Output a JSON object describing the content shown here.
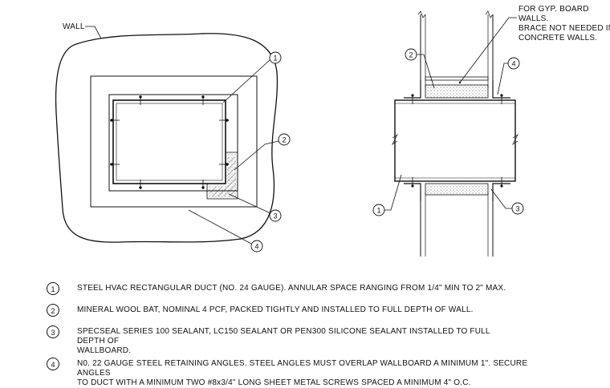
{
  "left_detail": {
    "wall_label": "WALL",
    "callouts": [
      "1",
      "2",
      "3",
      "4"
    ]
  },
  "right_detail": {
    "note_lines": [
      "FOR GYP. BOARD",
      "WALLS.",
      "BRACE NOT NEEDED IN",
      "CONCRETE WALLS."
    ],
    "callouts": [
      "1",
      "2",
      "3",
      "4"
    ]
  },
  "legend": [
    {
      "num": "1",
      "text": "STEEL HVAC RECTANGULAR DUCT (NO. 24 GAUGE). ANNULAR SPACE RANGING FROM 1/4\" MIN TO 2\" MAX."
    },
    {
      "num": "2",
      "text": "MINERAL WOOL BAT, NOMINAL 4 PCF, PACKED TIGHTLY AND INSTALLED TO FULL DEPTH OF WALL."
    },
    {
      "num": "3",
      "text": "SPECSEAL SERIES 100 SEALANT, LC150 SEALANT OR PEN300 SILICONE SEALANT INSTALLED TO FULL\nDEPTH OF\nWALLBOARD."
    },
    {
      "num": "4",
      "text": "N0. 22 GAUGE STEEL RETAINING ANGLES.  STEEL ANGLES MUST OVERLAP WALLBOARD A MINIMUM 1\".  SECURE ANGLES\nTO DUCT WITH A MINIMUM TWO #8x3/4\" LONG SHEET METAL SCREWS SPACED A MINIMUM 4\" O.C."
    }
  ]
}
